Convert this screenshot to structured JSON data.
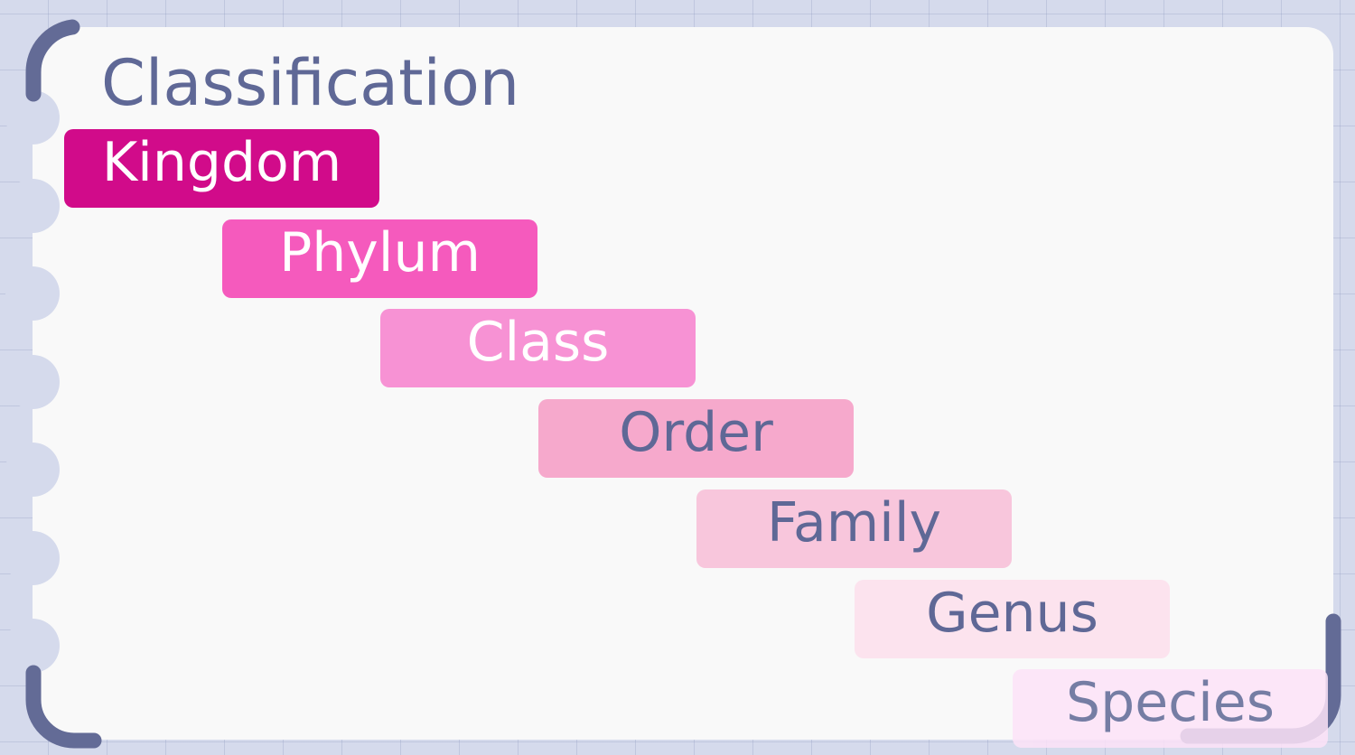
{
  "title": "Classification",
  "levels": [
    {
      "label": "Kingdom",
      "color": "#d10b8a",
      "text_color": "#ffffff"
    },
    {
      "label": "Phylum",
      "color": "#f55abd",
      "text_color": "#ffffff"
    },
    {
      "label": "Class",
      "color": "#f792d4",
      "text_color": "#ffffff"
    },
    {
      "label": "Order",
      "color": "#f6a9cc",
      "text_color": "#5f6896"
    },
    {
      "label": "Family",
      "color": "#f8c6dc",
      "text_color": "#5f6896"
    },
    {
      "label": "Genus",
      "color": "#fce3ee",
      "text_color": "#5f6896"
    },
    {
      "label": "Species",
      "color": "#fde3f8",
      "text_color": "#5f6896"
    }
  ]
}
